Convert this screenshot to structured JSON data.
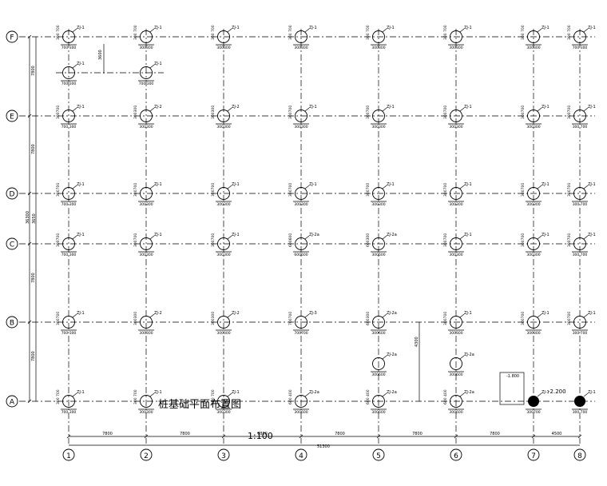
{
  "drawing": {
    "title": "桩基础平面布置图",
    "scale": "1:100",
    "total_dim": "51300",
    "left_total_dim": "36300",
    "note_text": "-2.200",
    "elev_note": "-1.800",
    "inner_dim_left": "3650",
    "secondary_dim": "3600",
    "extra_dim": "4300"
  },
  "grid_columns": [
    {
      "label": "1"
    },
    {
      "label": "2"
    },
    {
      "label": "3"
    },
    {
      "label": "4"
    },
    {
      "label": "5"
    },
    {
      "label": "6"
    },
    {
      "label": "7"
    },
    {
      "label": "8"
    }
  ],
  "grid_rows": [
    {
      "label": "F"
    },
    {
      "label": "E"
    },
    {
      "label": "D"
    },
    {
      "label": "C"
    },
    {
      "label": "B"
    },
    {
      "label": "A"
    }
  ],
  "column_spacings": [
    "7800",
    "7800",
    "7800",
    "7800",
    "7800",
    "7800",
    "4500"
  ],
  "row_spacings": [
    "7800",
    "7800",
    "",
    "7800",
    "7800"
  ],
  "piles": [
    {
      "col": 0,
      "row": 0,
      "tag": "ZJ-1",
      "dim": "700 300",
      "side": "300 700"
    },
    {
      "col": 1,
      "row": 0,
      "tag": "ZJ-1",
      "dim": "300300",
      "side": "300 700"
    },
    {
      "col": 2,
      "row": 0,
      "tag": "ZJ-1",
      "dim": "300300",
      "side": "300 700"
    },
    {
      "col": 3,
      "row": 0,
      "tag": "ZJ-1",
      "dim": "300300",
      "side": "300 700"
    },
    {
      "col": 4,
      "row": 0,
      "tag": "ZJ-1",
      "dim": "300300",
      "side": "300 700"
    },
    {
      "col": 5,
      "row": 0,
      "tag": "ZJ-1",
      "dim": "300300",
      "side": "300 700"
    },
    {
      "col": 6,
      "row": 0,
      "tag": "ZJ-1",
      "dim": "300300",
      "side": "300 700"
    },
    {
      "col": 7,
      "row": 0,
      "tag": "ZJ-1",
      "dim": "700 300",
      "side": "300 700"
    },
    {
      "col": 0,
      "row": 1,
      "tag": "ZJ-1",
      "dim": "700 300",
      "side": "300700"
    },
    {
      "col": 1,
      "row": 1,
      "tag": "ZJ-2",
      "dim": "300300",
      "side": "300300"
    },
    {
      "col": 2,
      "row": 1,
      "tag": "ZJ-2",
      "dim": "300300",
      "side": "300300"
    },
    {
      "col": 3,
      "row": 1,
      "tag": "ZJ-1",
      "dim": "300300",
      "side": "300700"
    },
    {
      "col": 4,
      "row": 1,
      "tag": "ZJ-1",
      "dim": "300300",
      "side": "300700"
    },
    {
      "col": 5,
      "row": 1,
      "tag": "ZJ-1",
      "dim": "300300",
      "side": "300700"
    },
    {
      "col": 6,
      "row": 1,
      "tag": "ZJ-1",
      "dim": "300300",
      "side": "300700"
    },
    {
      "col": 7,
      "row": 1,
      "tag": "ZJ-1",
      "dim": "300 700",
      "side": "300700"
    },
    {
      "col": 0,
      "row": 2,
      "tag": "ZJ-1",
      "dim": "700 300",
      "side": "300700"
    },
    {
      "col": 1,
      "row": 2,
      "tag": "ZJ-1",
      "dim": "300300",
      "side": "300700"
    },
    {
      "col": 2,
      "row": 2,
      "tag": "ZJ-1",
      "dim": "300300",
      "side": "300700"
    },
    {
      "col": 3,
      "row": 2,
      "tag": "ZJ-1",
      "dim": "300300",
      "side": "300700"
    },
    {
      "col": 4,
      "row": 2,
      "tag": "ZJ-1",
      "dim": "300300",
      "side": "300700"
    },
    {
      "col": 5,
      "row": 2,
      "tag": "ZJ-1",
      "dim": "300300",
      "side": "300700"
    },
    {
      "col": 6,
      "row": 2,
      "tag": "ZJ-1",
      "dim": "300300",
      "side": "300700"
    },
    {
      "col": 7,
      "row": 2,
      "tag": "ZJ-1",
      "dim": "300 700",
      "side": "300700"
    },
    {
      "col": 0,
      "row": 3,
      "tag": "ZJ-1",
      "dim": "700 300",
      "side": "300700"
    },
    {
      "col": 1,
      "row": 3,
      "tag": "ZJ-1",
      "dim": "300300",
      "side": "300700"
    },
    {
      "col": 2,
      "row": 3,
      "tag": "ZJ-1",
      "dim": "300300",
      "side": "300700"
    },
    {
      "col": 3,
      "row": 3,
      "tag": "ZJ-2a",
      "dim": "600600",
      "side": "600600"
    },
    {
      "col": 4,
      "row": 3,
      "tag": "ZJ-2a",
      "dim": "300600",
      "side": "600300"
    },
    {
      "col": 5,
      "row": 3,
      "tag": "ZJ-1",
      "dim": "300300",
      "side": "300700"
    },
    {
      "col": 6,
      "row": 3,
      "tag": "ZJ-1",
      "dim": "300300",
      "side": "300700"
    },
    {
      "col": 7,
      "row": 3,
      "tag": "ZJ-1",
      "dim": "300 700",
      "side": "300700"
    },
    {
      "col": 0,
      "row": 4,
      "tag": "ZJ-1",
      "dim": "700 300",
      "side": "300700"
    },
    {
      "col": 1,
      "row": 4,
      "tag": "ZJ-2",
      "dim": "300300",
      "side": "300300"
    },
    {
      "col": 2,
      "row": 4,
      "tag": "ZJ-2",
      "dim": "300300",
      "side": "300300"
    },
    {
      "col": 3,
      "row": 4,
      "tag": "ZJ-3",
      "dim": "700700",
      "side": "700700"
    },
    {
      "col": 4,
      "row": 4,
      "tag": "ZJ-2a",
      "dim": "300600",
      "side": "600300"
    },
    {
      "col": 5,
      "row": 4,
      "tag": "ZJ-1",
      "dim": "300300",
      "side": "300700"
    },
    {
      "col": 6,
      "row": 4,
      "tag": "ZJ-1",
      "dim": "300300",
      "side": "300700"
    },
    {
      "col": 7,
      "row": 4,
      "tag": "ZJ-1",
      "dim": "300 700",
      "side": "300700"
    },
    {
      "col": 0,
      "row": 5,
      "tag": "ZJ-1",
      "dim": "700 300",
      "side": "300 700"
    },
    {
      "col": 1,
      "row": 5,
      "tag": "ZJ-1",
      "dim": "300300",
      "side": "300 700"
    },
    {
      "col": 2,
      "row": 5,
      "tag": "ZJ-1",
      "dim": "300300",
      "side": "300 700"
    },
    {
      "col": 3,
      "row": 5,
      "tag": "ZJ-2a",
      "dim": "300600",
      "side": "600 400"
    },
    {
      "col": 4,
      "row": 5,
      "tag": "ZJ-2a",
      "dim": "300600",
      "side": "600 400"
    },
    {
      "col": 5,
      "row": 5,
      "tag": "ZJ-2a",
      "dim": "300600",
      "side": "600 400"
    }
  ],
  "extra_piles": [
    {
      "id": "f-2-extra",
      "tag": "ZJ-1",
      "dim": "700 300"
    },
    {
      "id": "f-1-extra",
      "tag": "ZJ-1",
      "dim": "700 300"
    },
    {
      "id": "b5-extra",
      "tag": "ZJ-2a",
      "dim": "300600"
    },
    {
      "id": "b6-extra",
      "tag": "ZJ-2a",
      "dim": "300600"
    }
  ],
  "filled_piles": [
    {
      "id": "a7-solid",
      "tag": "ZJ-1",
      "dim": "300700"
    },
    {
      "id": "a8-solid",
      "tag": "ZJ-1",
      "dim": "300 700"
    }
  ]
}
